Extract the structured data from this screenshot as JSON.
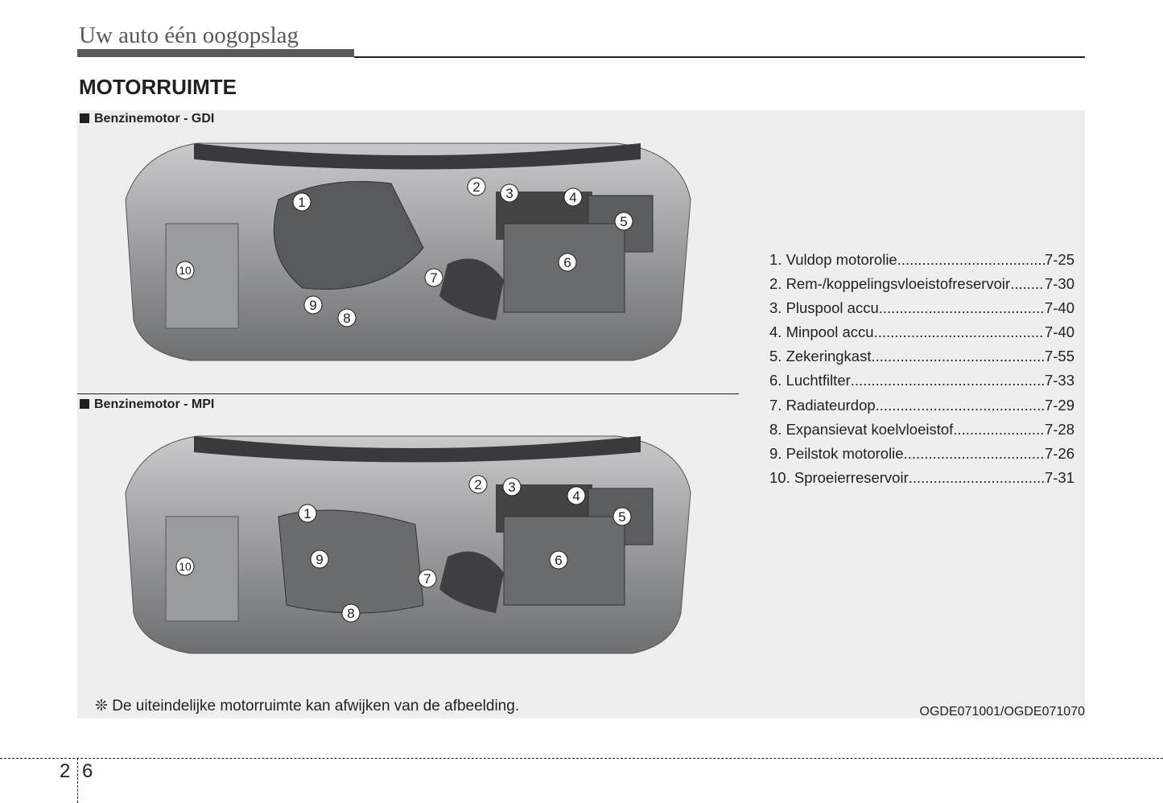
{
  "header": {
    "chapter": "Uw auto één oogopslag",
    "title": "MOTORRUIMTE"
  },
  "sections": [
    {
      "label": "Benzinemotor - GDI",
      "callouts": [
        "1",
        "2",
        "3",
        "4",
        "5",
        "6",
        "7",
        "8",
        "9",
        "10"
      ]
    },
    {
      "label": "Benzinemotor - MPI",
      "callouts": [
        "1",
        "2",
        "3",
        "4",
        "5",
        "6",
        "7",
        "8",
        "9",
        "10"
      ]
    }
  ],
  "legend": [
    {
      "label": "1. Vuldop motorolie",
      "page": "7-25"
    },
    {
      "label": "2. Rem-/koppelingsvloeistofreservoir",
      "page": "7-30"
    },
    {
      "label": "3. Pluspool accu",
      "page": "7-40"
    },
    {
      "label": "4. Minpool accu",
      "page": "7-40"
    },
    {
      "label": "5. Zekeringkast",
      "page": "7-55"
    },
    {
      "label": "6. Luchtfilter",
      "page": "7-33"
    },
    {
      "label": "7. Radiateurdop",
      "page": "7-29"
    },
    {
      "label": "8. Expansievat koelvloeistof",
      "page": "7-28"
    },
    {
      "label": "9. Peilstok motorolie",
      "page": "7-26"
    },
    {
      "label": "10. Sproeierreservoir",
      "page": "7-31"
    }
  ],
  "footer": {
    "note": "❊ De uiteindelijke motorruimte kan afwijken van de afbeelding.",
    "code": "OGDE071001/OGDE071070",
    "page_left": "2",
    "page_right": "6"
  }
}
